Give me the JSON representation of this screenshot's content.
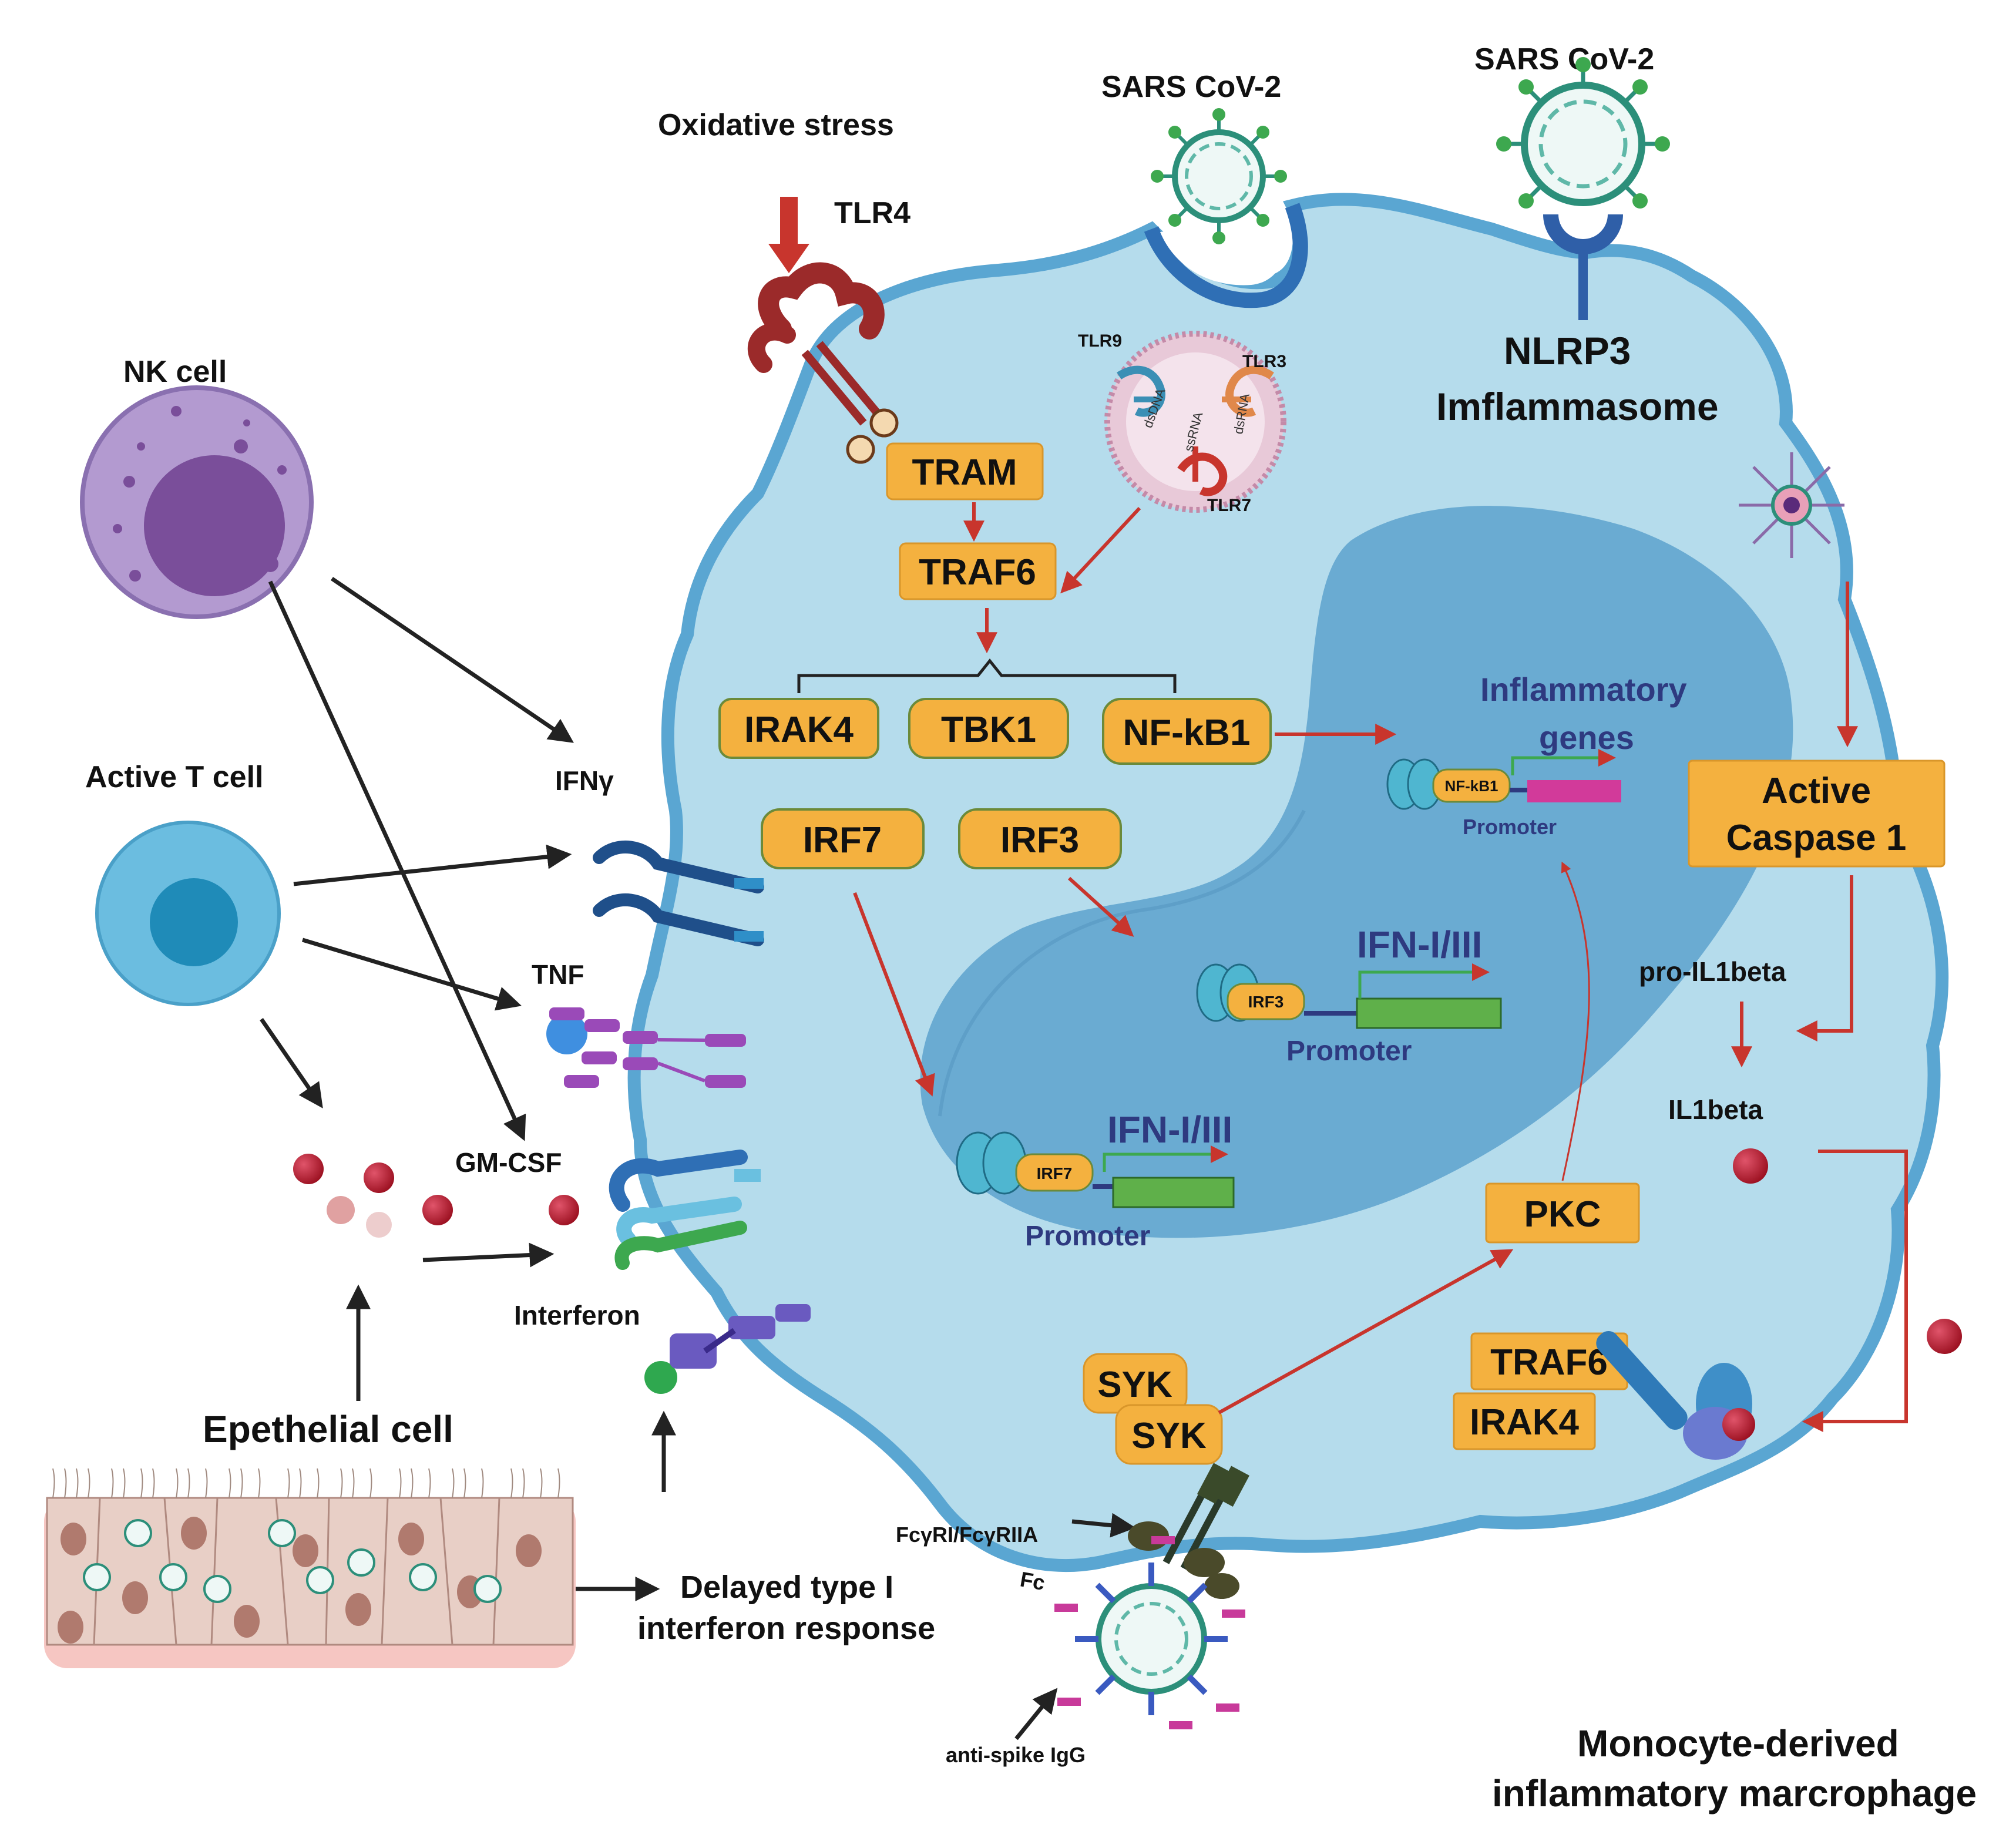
{
  "labels": {
    "oxidative_stress": "Oxidative stress",
    "tlr4": "TLR4",
    "sars_cov2_left": "SARS CoV-2",
    "sars_cov2_right": "SARS CoV-2",
    "nlrp3_line1": "NLRP3",
    "nlrp3_line2": "Imflammasome",
    "nk_cell": "NK  cell",
    "active_t_cell": "Active T cell",
    "ifn_gamma": "IFNγ",
    "tnf": "TNF",
    "gm_csf": "GM-CSF",
    "interferon": "Interferon",
    "epithelial_cell": "Epethelial cell",
    "delayed_line1": "Delayed type I",
    "delayed_line2": "interferon response",
    "tlr9": "TLR9",
    "tlr3": "TLR3",
    "tlr7": "TLR7",
    "ssdna": "dsDNA",
    "ssrna": "ssRNA",
    "dsrna": "dsRNA",
    "inflammatory_line1": "Inflammatory",
    "inflammatory_line2": "genes",
    "promoter": "Promoter",
    "ifn_i_iii": "IFN-I/III",
    "nfkb1_small": "NF-kB1",
    "irf3_small": "IRF3",
    "irf7_small": "IRF7",
    "pro_il1beta": "pro-IL1beta",
    "il1beta": "IL1beta",
    "fcgr": "FcγRI/FcγRIIA",
    "fc": "Fc",
    "anti_spike": "anti-spike IgG",
    "macrophage_line1": "Monocyte-derived",
    "macrophage_line2": "inflammatory marcrophage"
  },
  "boxes": {
    "tram": "TRAM",
    "traf6_top": "TRAF6",
    "irak4_top": "IRAK4",
    "tbk1": "TBK1",
    "nfkb1": "NF-kB1",
    "irf7": "IRF7",
    "irf3": "IRF3",
    "active_caspase_line1": "Active",
    "active_caspase_line2": "Caspase 1",
    "pkc": "PKC",
    "syk_1": "SYK",
    "syk_2": "SYK",
    "traf6_bottom": "TRAF6",
    "irak4_bottom": "IRAK4"
  },
  "colors": {
    "cell_fill": "#b5dcec",
    "cell_border": "#5aa6d2",
    "nucleus": "#6aabd2",
    "box_fill": "#f4b13f",
    "arrow_red": "#c8352d",
    "arrow_black": "#222222",
    "navy_text": "#2e3a80"
  }
}
